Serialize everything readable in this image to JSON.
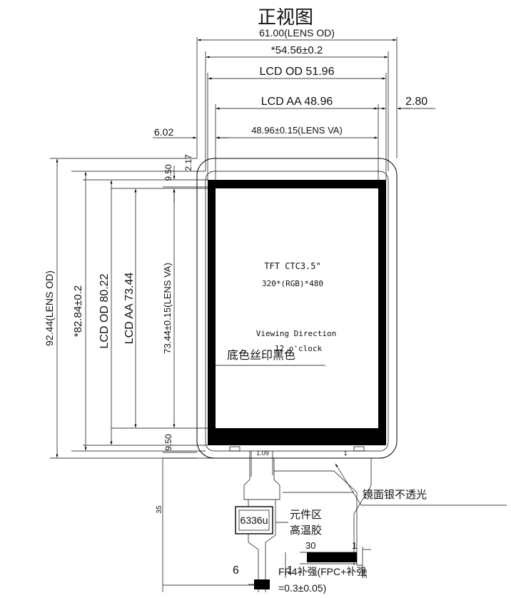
{
  "title": "正视图",
  "dimensions": {
    "lens_od_width": "61.00(LENS OD)",
    "tp_width": "*54.56±0.2",
    "lcd_od_width": "LCD OD 51.96",
    "lcd_aa_width": "LCD AA 48.96",
    "right_margin": "2.80",
    "left_margin": "6.02",
    "lens_va_width": "48.96±0.15(LENS VA)",
    "top_offset_small": "2.17",
    "top_offset": "9.50",
    "bottom_offset": "9.50",
    "lens_od_height": "92.44(LENS OD)",
    "tp_height": "*82.84±0.2",
    "lcd_od_height": "LCD OD 80.22",
    "lcd_aa_height": "LCD AA 73.44",
    "lens_va_height": "73.44±0.15(LENS VA)",
    "fpc_length": "35",
    "stiffener_height": "3.5"
  },
  "panel": {
    "model": "TFT CTC3.5\"",
    "resolution": "320*(RGB)*480",
    "viewing_direction": "Viewing Direction",
    "viewing_direction_value": "12 o'clock"
  },
  "callouts": {
    "silkscreen": "底色丝印黑色",
    "mirror_silver": "镜面银不透光",
    "component_zone": "元件区",
    "high_temp_tape": "高温胶",
    "fr4_stiffener": "FR4补强(FPC+补强",
    "thickness": "=0.3±0.05)"
  },
  "fpc": {
    "pin_first": "1",
    "pin_last": "30",
    "chip": "6336u",
    "pitch_marks": "1.09",
    "connector_mark": "6",
    "connector_pin": "1"
  }
}
